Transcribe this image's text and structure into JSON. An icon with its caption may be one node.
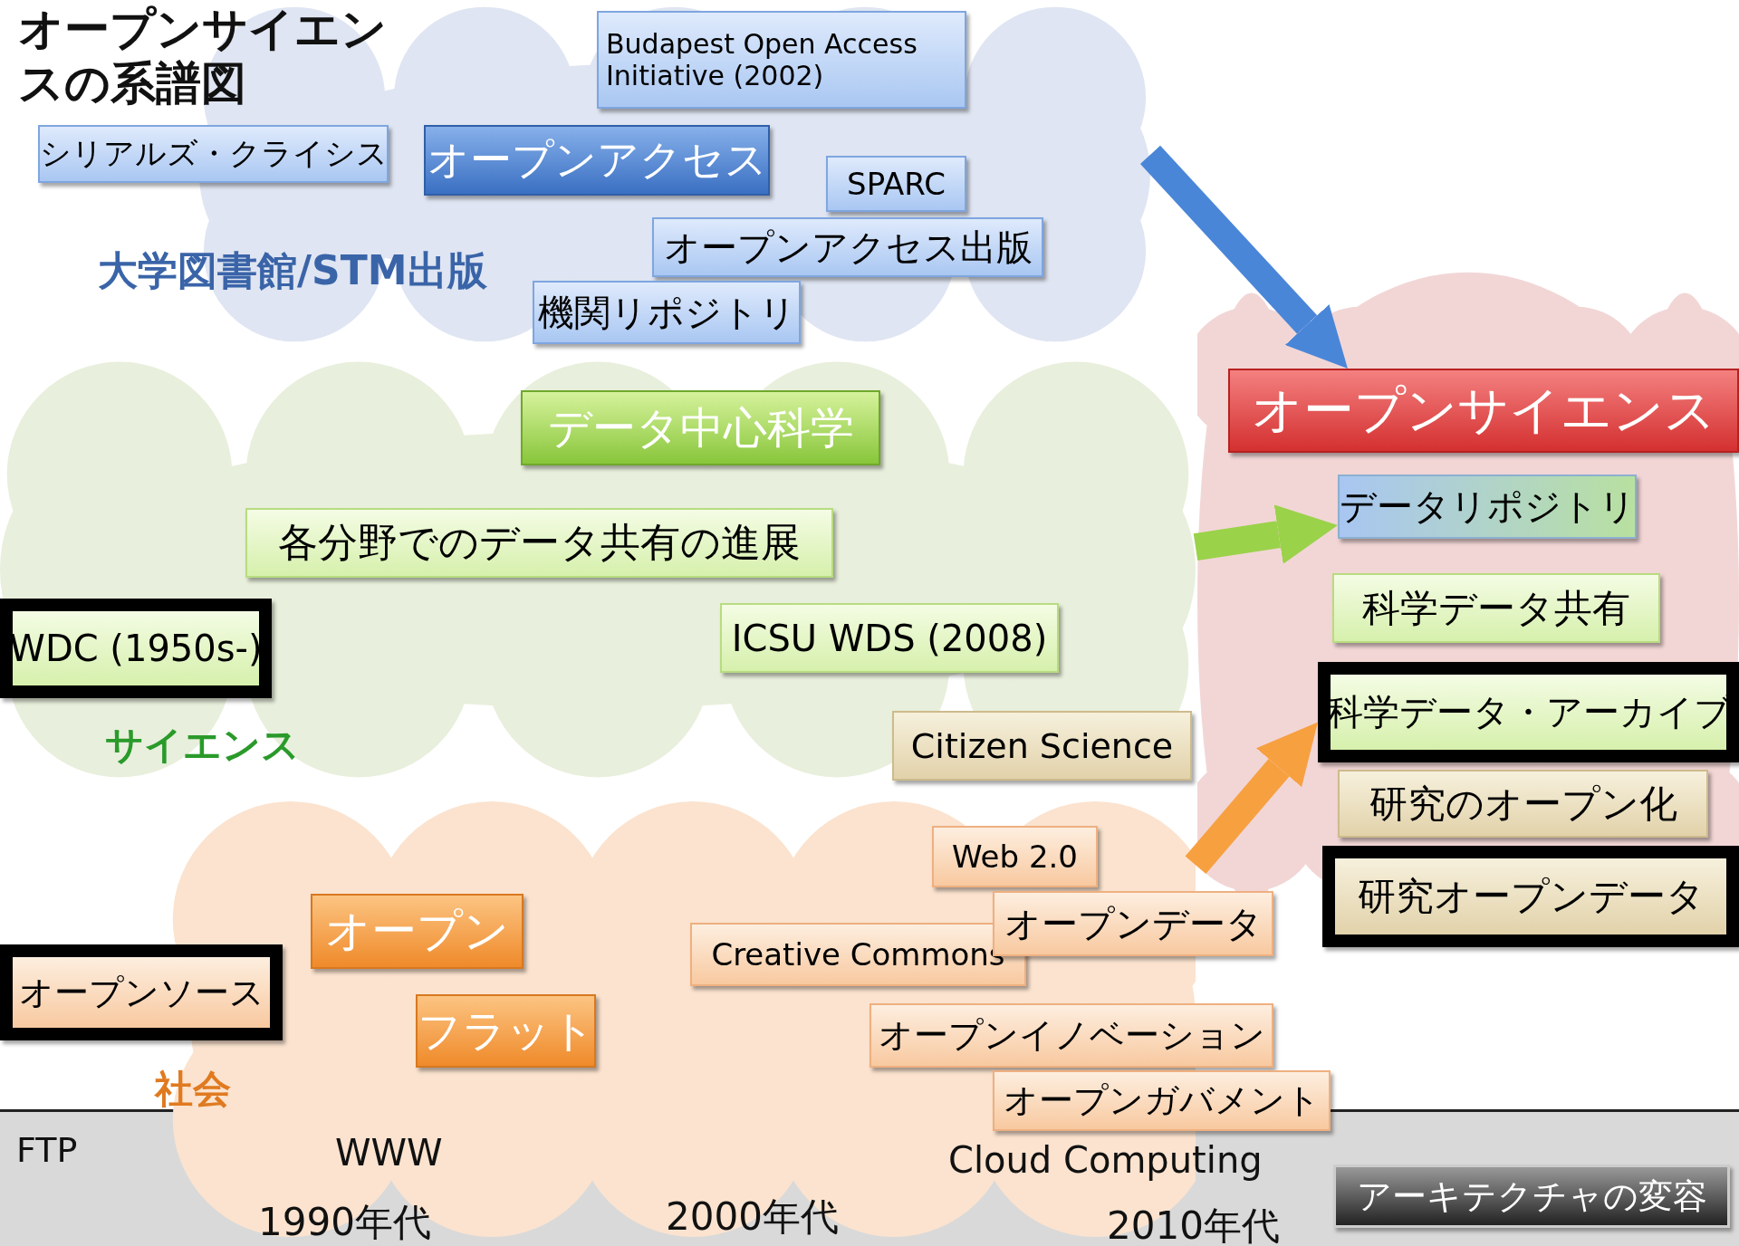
{
  "diagram": {
    "title": "オープンサイエンスの系譜図",
    "nodes": [
      {
        "text": [
          "大学図書館/STM出版"
        ]
      },
      {
        "text": [
          "Budapest Open Access Initiative (2002)"
        ]
      },
      {
        "text": [
          "シリアルズ・クライシス"
        ]
      },
      {
        "text": [
          "オープンアクセス"
        ],
        "in": 0
      },
      {
        "text": [
          "SPARC"
        ],
        "in": 0
      },
      {
        "text": [
          "オープンアクセス出版"
        ],
        "in": 0
      },
      {
        "text": [
          "機関リポジトリ"
        ]
      },
      {
        "text": [],
        "shape": "cloud"
      },
      {
        "text": [
          "オープンサイエンス"
        ],
        "in": 7
      },
      {
        "text": [
          "サイエンス"
        ]
      },
      {
        "text": [
          "データ中心科学"
        ]
      },
      {
        "text": [
          "各分野でのデータ共有の進展"
        ],
        "in": 9
      },
      {
        "text": [
          "データリポジトリ"
        ],
        "in": 7
      },
      {
        "text": [
          "科学データ共有"
        ],
        "in": 7
      },
      {
        "text": [
          "WDC (1950s-)"
        ]
      },
      {
        "text": [
          "ICSU WDS (2008)"
        ],
        "in": 9
      },
      {
        "text": [
          "科学データ・アーカイブ"
        ],
        "in": 7
      },
      {
        "text": [
          "Citizen Science"
        ]
      },
      {
        "text": [
          "研究のオープン化"
        ],
        "in": 7
      },
      {
        "text": [
          "社会"
        ]
      },
      {
        "text": [
          "Web 2.0"
        ]
      },
      {
        "text": [
          "研究オープンデータ"
        ]
      },
      {
        "text": [
          "オープン"
        ],
        "in": 19
      },
      {
        "text": [
          "オープンデータ"
        ]
      },
      {
        "text": [
          "Creative Commons"
        ],
        "in": 19
      },
      {
        "text": [
          "オープンソース"
        ]
      },
      {
        "text": [
          "フラット"
        ],
        "in": 19
      },
      {
        "text": [
          "オープンイノベーション"
        ]
      },
      {
        "text": [
          "オープンガバメント"
        ]
      },
      {
        "text": [
          "アーキテクチャの変容"
        ]
      }
    ],
    "edges": [
      {
        "from": 0,
        "to": 8,
        "arrow": "to",
        "color": "#4a86d8"
      },
      {
        "from": 9,
        "to": 12,
        "arrow": "to",
        "color": "#9ad24a"
      },
      {
        "from": 19,
        "to": 16,
        "arrow": "to",
        "color": "#f7a040"
      }
    ],
    "labels": [
      "FTP",
      "WWW",
      "Cloud Computing",
      "1990年代",
      "2000年代",
      "2010年代"
    ]
  }
}
